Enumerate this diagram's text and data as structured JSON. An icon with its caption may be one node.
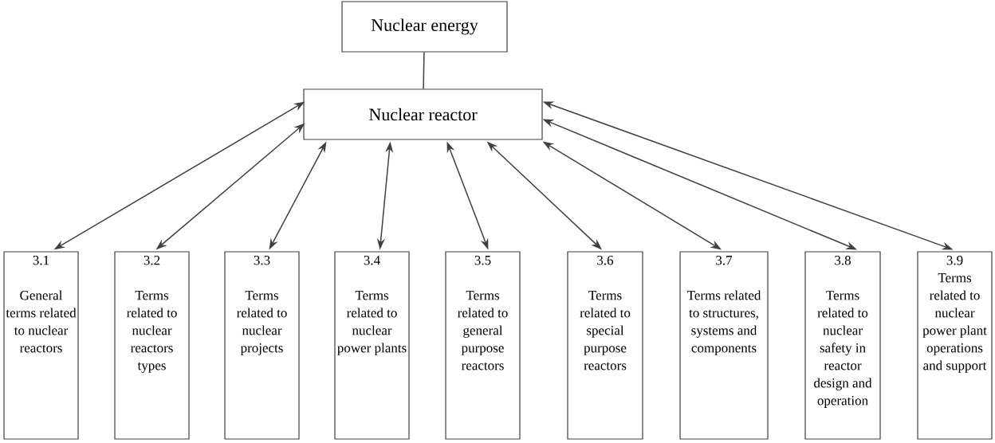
{
  "diagram": {
    "nodes": [
      {
        "text": [
          "Nuclear energy"
        ]
      },
      {
        "text": [
          "Nuclear reactor"
        ]
      },
      {
        "text": [
          "3.1",
          "General terms related to nuclear reactors"
        ]
      },
      {
        "text": [
          "3.2",
          "Terms related to nuclear reactors types"
        ]
      },
      {
        "text": [
          "3.3",
          "Terms related to nuclear projects"
        ]
      },
      {
        "text": [
          "3.4",
          "Terms related to nuclear power plants"
        ]
      },
      {
        "text": [
          "3.5",
          "Terms related to general purpose reactors"
        ]
      },
      {
        "text": [
          "3.6",
          "Terms related to special purpose reactors"
        ]
      },
      {
        "text": [
          "3.7",
          "Terms related to structures, systems and components"
        ]
      },
      {
        "text": [
          "3.8",
          "Terms related to nuclear safety in reactor design and operation"
        ]
      },
      {
        "text": [
          "3.9",
          "Terms related to nuclear power plant operations and support"
        ]
      }
    ],
    "edges": [
      {
        "from": 0,
        "to": 1,
        "arrow": "none"
      },
      {
        "from": 1,
        "to": 2,
        "arrow": "both"
      },
      {
        "from": 1,
        "to": 3,
        "arrow": "both"
      },
      {
        "from": 1,
        "to": 4,
        "arrow": "both"
      },
      {
        "from": 1,
        "to": 5,
        "arrow": "both"
      },
      {
        "from": 1,
        "to": 6,
        "arrow": "both"
      },
      {
        "from": 1,
        "to": 7,
        "arrow": "both"
      },
      {
        "from": 1,
        "to": 8,
        "arrow": "both"
      },
      {
        "from": 1,
        "to": 9,
        "arrow": "both"
      },
      {
        "from": 1,
        "to": 10,
        "arrow": "both"
      }
    ]
  }
}
